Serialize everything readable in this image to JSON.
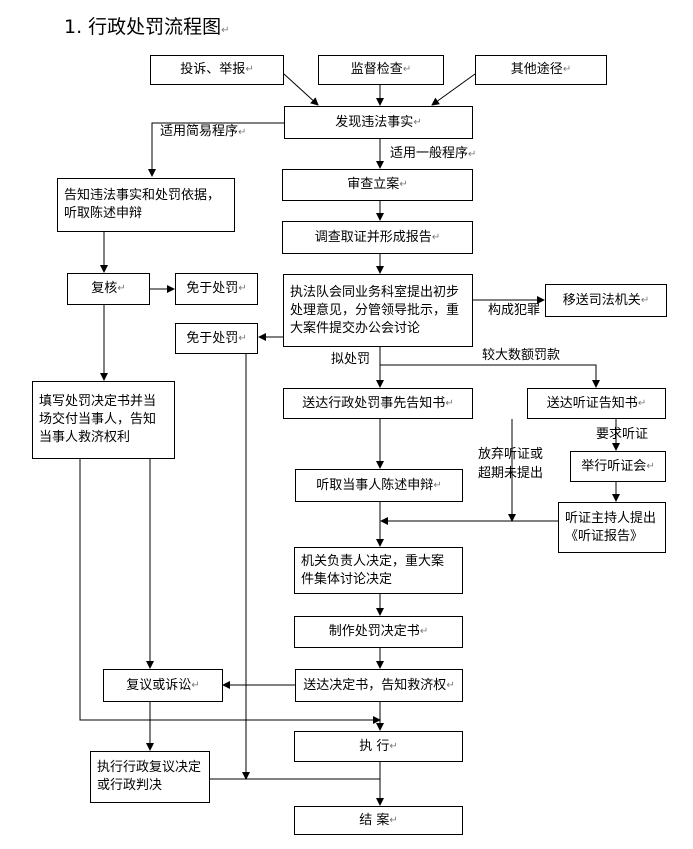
{
  "title": "1. 行政处罚流程图",
  "mark": "↵",
  "boxes": {
    "complaint": "投诉、举报",
    "supervision": "监督检查",
    "other_ways": "其他途径",
    "discover": "发现违法事实",
    "inform_simple": "告知违法事实和处罚依据，听取陈述申辩",
    "file_case": "审查立案",
    "investigate": "调查取证并形成报告",
    "review": "复核",
    "exempt1": "免于处罚",
    "preliminary": "执法队会同业务科室提出初步处理意见，分管领导批示，重大案件提交办公会讨论",
    "transfer_judicial": "移送司法机关",
    "exempt2": "免于处罚",
    "fill_decision": "填写处罚决定书并当场交付当事人，告知当事人救济权利",
    "pre_notice": "送达行政处罚事先告知书",
    "hearing_notice": "送达听证告知书",
    "hold_hearing": "举行听证会",
    "hear_statement": "听取当事人陈述申辩",
    "hearing_report": "听证主持人提出《听证报告》",
    "authority_decision": "机关负责人决定，重大案件集体讨论决定",
    "make_decision": "制作处罚决定书",
    "reconsider": "复议或诉讼",
    "deliver_decision": "送达决定书，告知救济权",
    "execute": "执  行",
    "execute_judgment": "执行行政复议决定或行政判决",
    "close_case": "结  案"
  },
  "labels": {
    "simple_procedure": "适用简易程序",
    "general_procedure": "适用一般程序",
    "crime": "构成犯罪",
    "proposed_penalty": "拟处罚",
    "large_fine": "较大数额罚款",
    "request_hearing": "要求听证",
    "waive_hearing": "放弃听证或超期未提出"
  }
}
